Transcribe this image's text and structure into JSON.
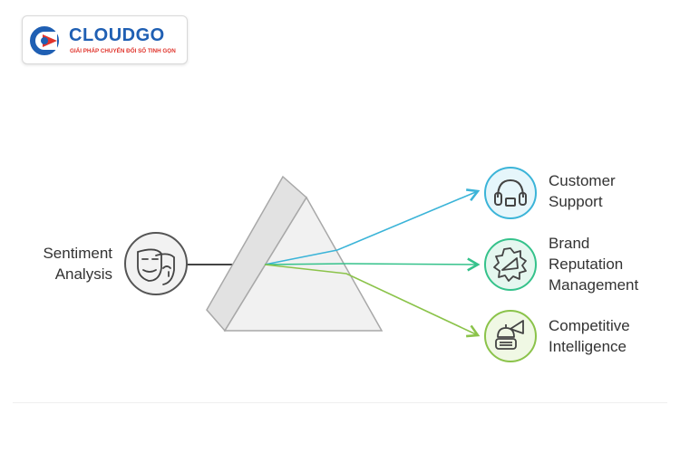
{
  "brand": {
    "name": "CLOUDGO",
    "tagline": "GIẢI PHÁP CHUYỂN ĐỔI SỐ TINH GỌN",
    "colors": {
      "blue": "#1f5fb3",
      "red": "#e0342c"
    }
  },
  "diagram": {
    "input": {
      "label_line1": "Sentiment",
      "label_line2": "Analysis",
      "icon": "theater-masks-icon"
    },
    "prism": {
      "icon": "prism-shape"
    },
    "outputs": [
      {
        "line1": "Customer",
        "line2": "Support",
        "line3": "",
        "icon": "headset-icon",
        "color": "#3bb4d8",
        "fill": "#e6f6fb"
      },
      {
        "line1": "Brand",
        "line2": "Reputation",
        "line3": "Management",
        "icon": "megaphone-badge-icon",
        "color": "#35c28b",
        "fill": "#e5f7ef"
      },
      {
        "line1": "Competitive",
        "line2": "Intelligence",
        "line3": "",
        "icon": "robot-megaphone-icon",
        "color": "#8bc34a",
        "fill": "#f0f8e4"
      }
    ]
  }
}
